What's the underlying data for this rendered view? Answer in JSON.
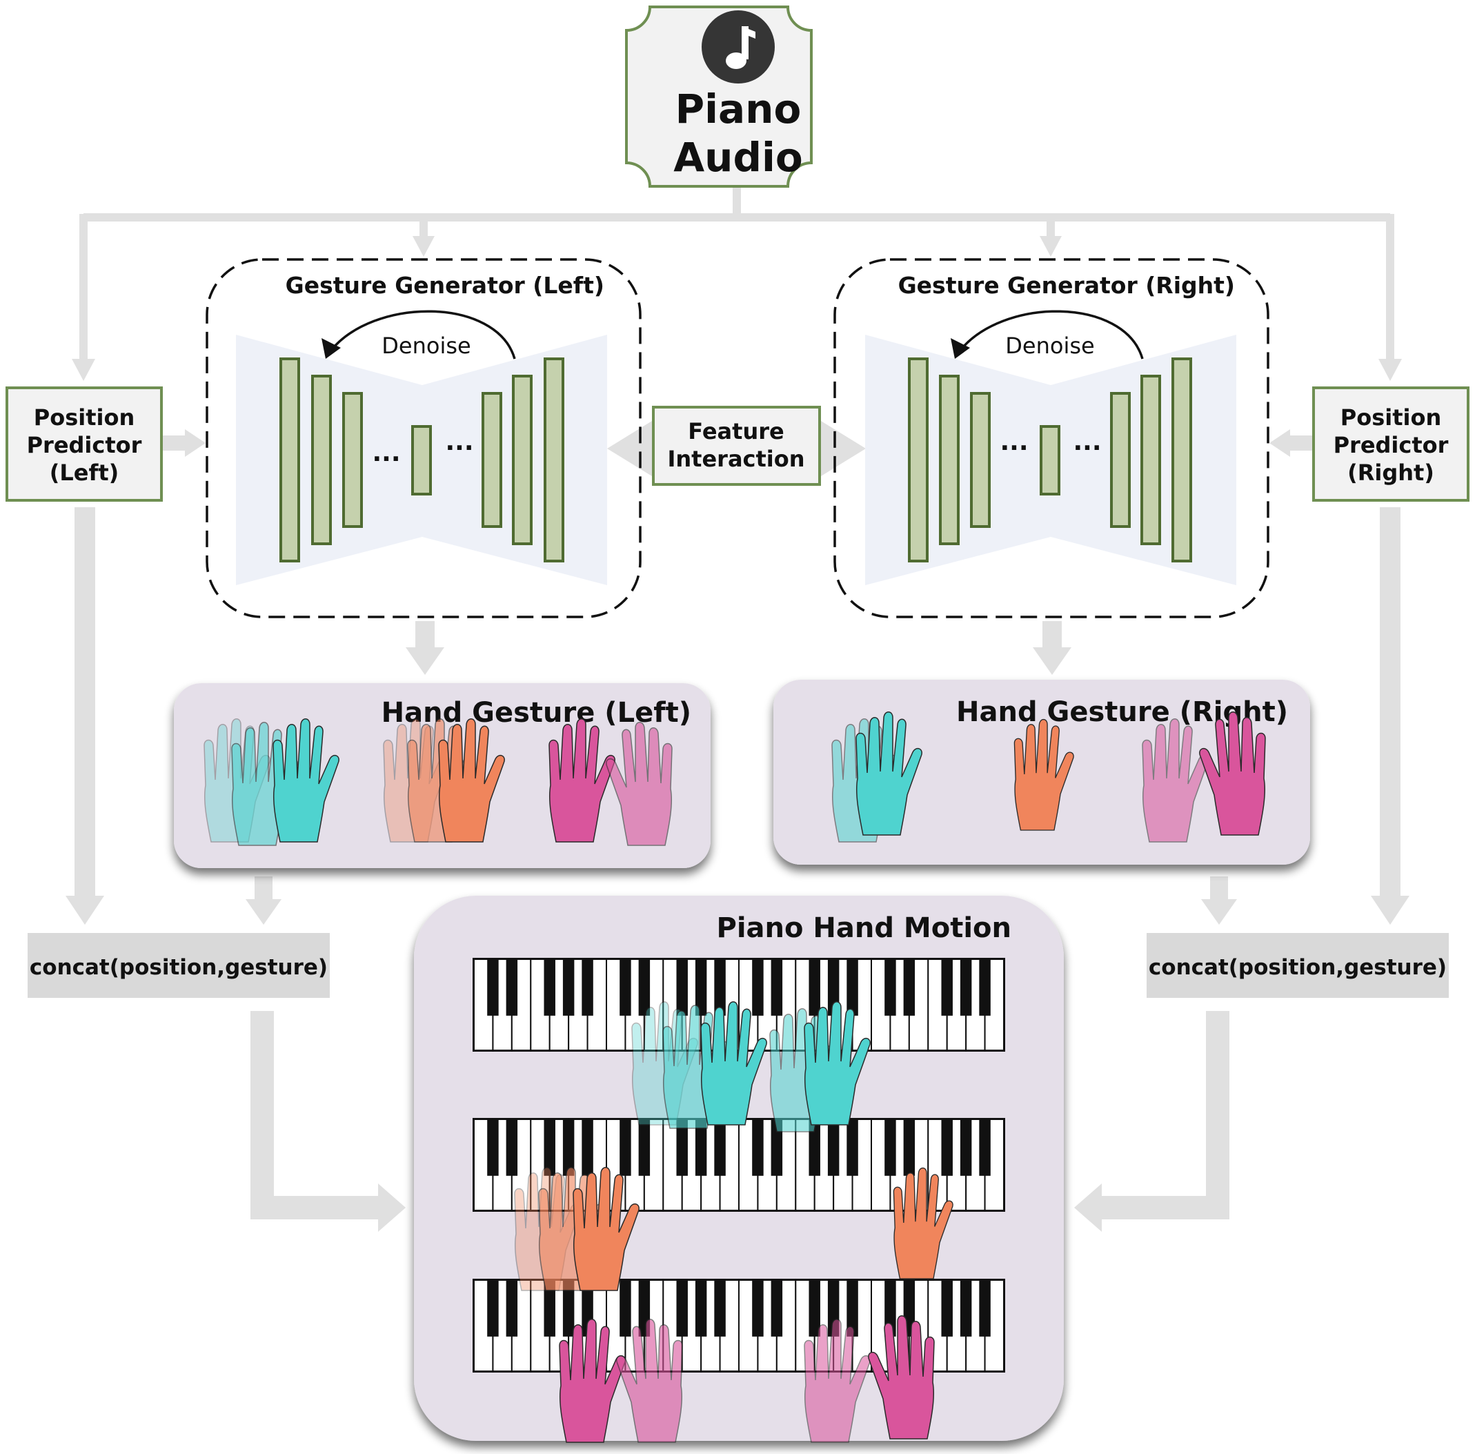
{
  "audio": {
    "title_line1": "Piano",
    "title_line2": "Audio",
    "icon": "music-note-icon"
  },
  "position_left": {
    "line1": "Position",
    "line2": "Predictor",
    "line3": "(Left)"
  },
  "position_right": {
    "line1": "Position",
    "line2": "Predictor",
    "line3": "(Right)"
  },
  "generator_left": {
    "title": "Gesture Generator (Left)",
    "denoise": "Denoise",
    "ellipsis": "..."
  },
  "generator_right": {
    "title": "Gesture Generator (Right)",
    "denoise": "Denoise",
    "ellipsis": "..."
  },
  "feature": {
    "line1": "Feature",
    "line2": "Interaction"
  },
  "gesture_left": {
    "title": "Hand Gesture (Left)"
  },
  "gesture_right": {
    "title": "Hand Gesture (Right)"
  },
  "motion": {
    "title": "Piano Hand Motion"
  },
  "concat_left": {
    "label": "concat(position,gesture)"
  },
  "concat_right": {
    "label": "concat(position,gesture)"
  },
  "colors": {
    "arrow": "#e0e0e0",
    "box_fill": "#f2f2f2",
    "box_border": "#6f8f52",
    "layer_fill": "#c5d1ad",
    "layer_border": "#4f6b31",
    "unet_bg": "#eef1f8",
    "panel_fill": "#e5dfe9",
    "concat_fill": "#d9d9d9",
    "hand_cyan": "#4fd3cf",
    "hand_orange": "#f0855c",
    "hand_pink": "#d9559c"
  }
}
